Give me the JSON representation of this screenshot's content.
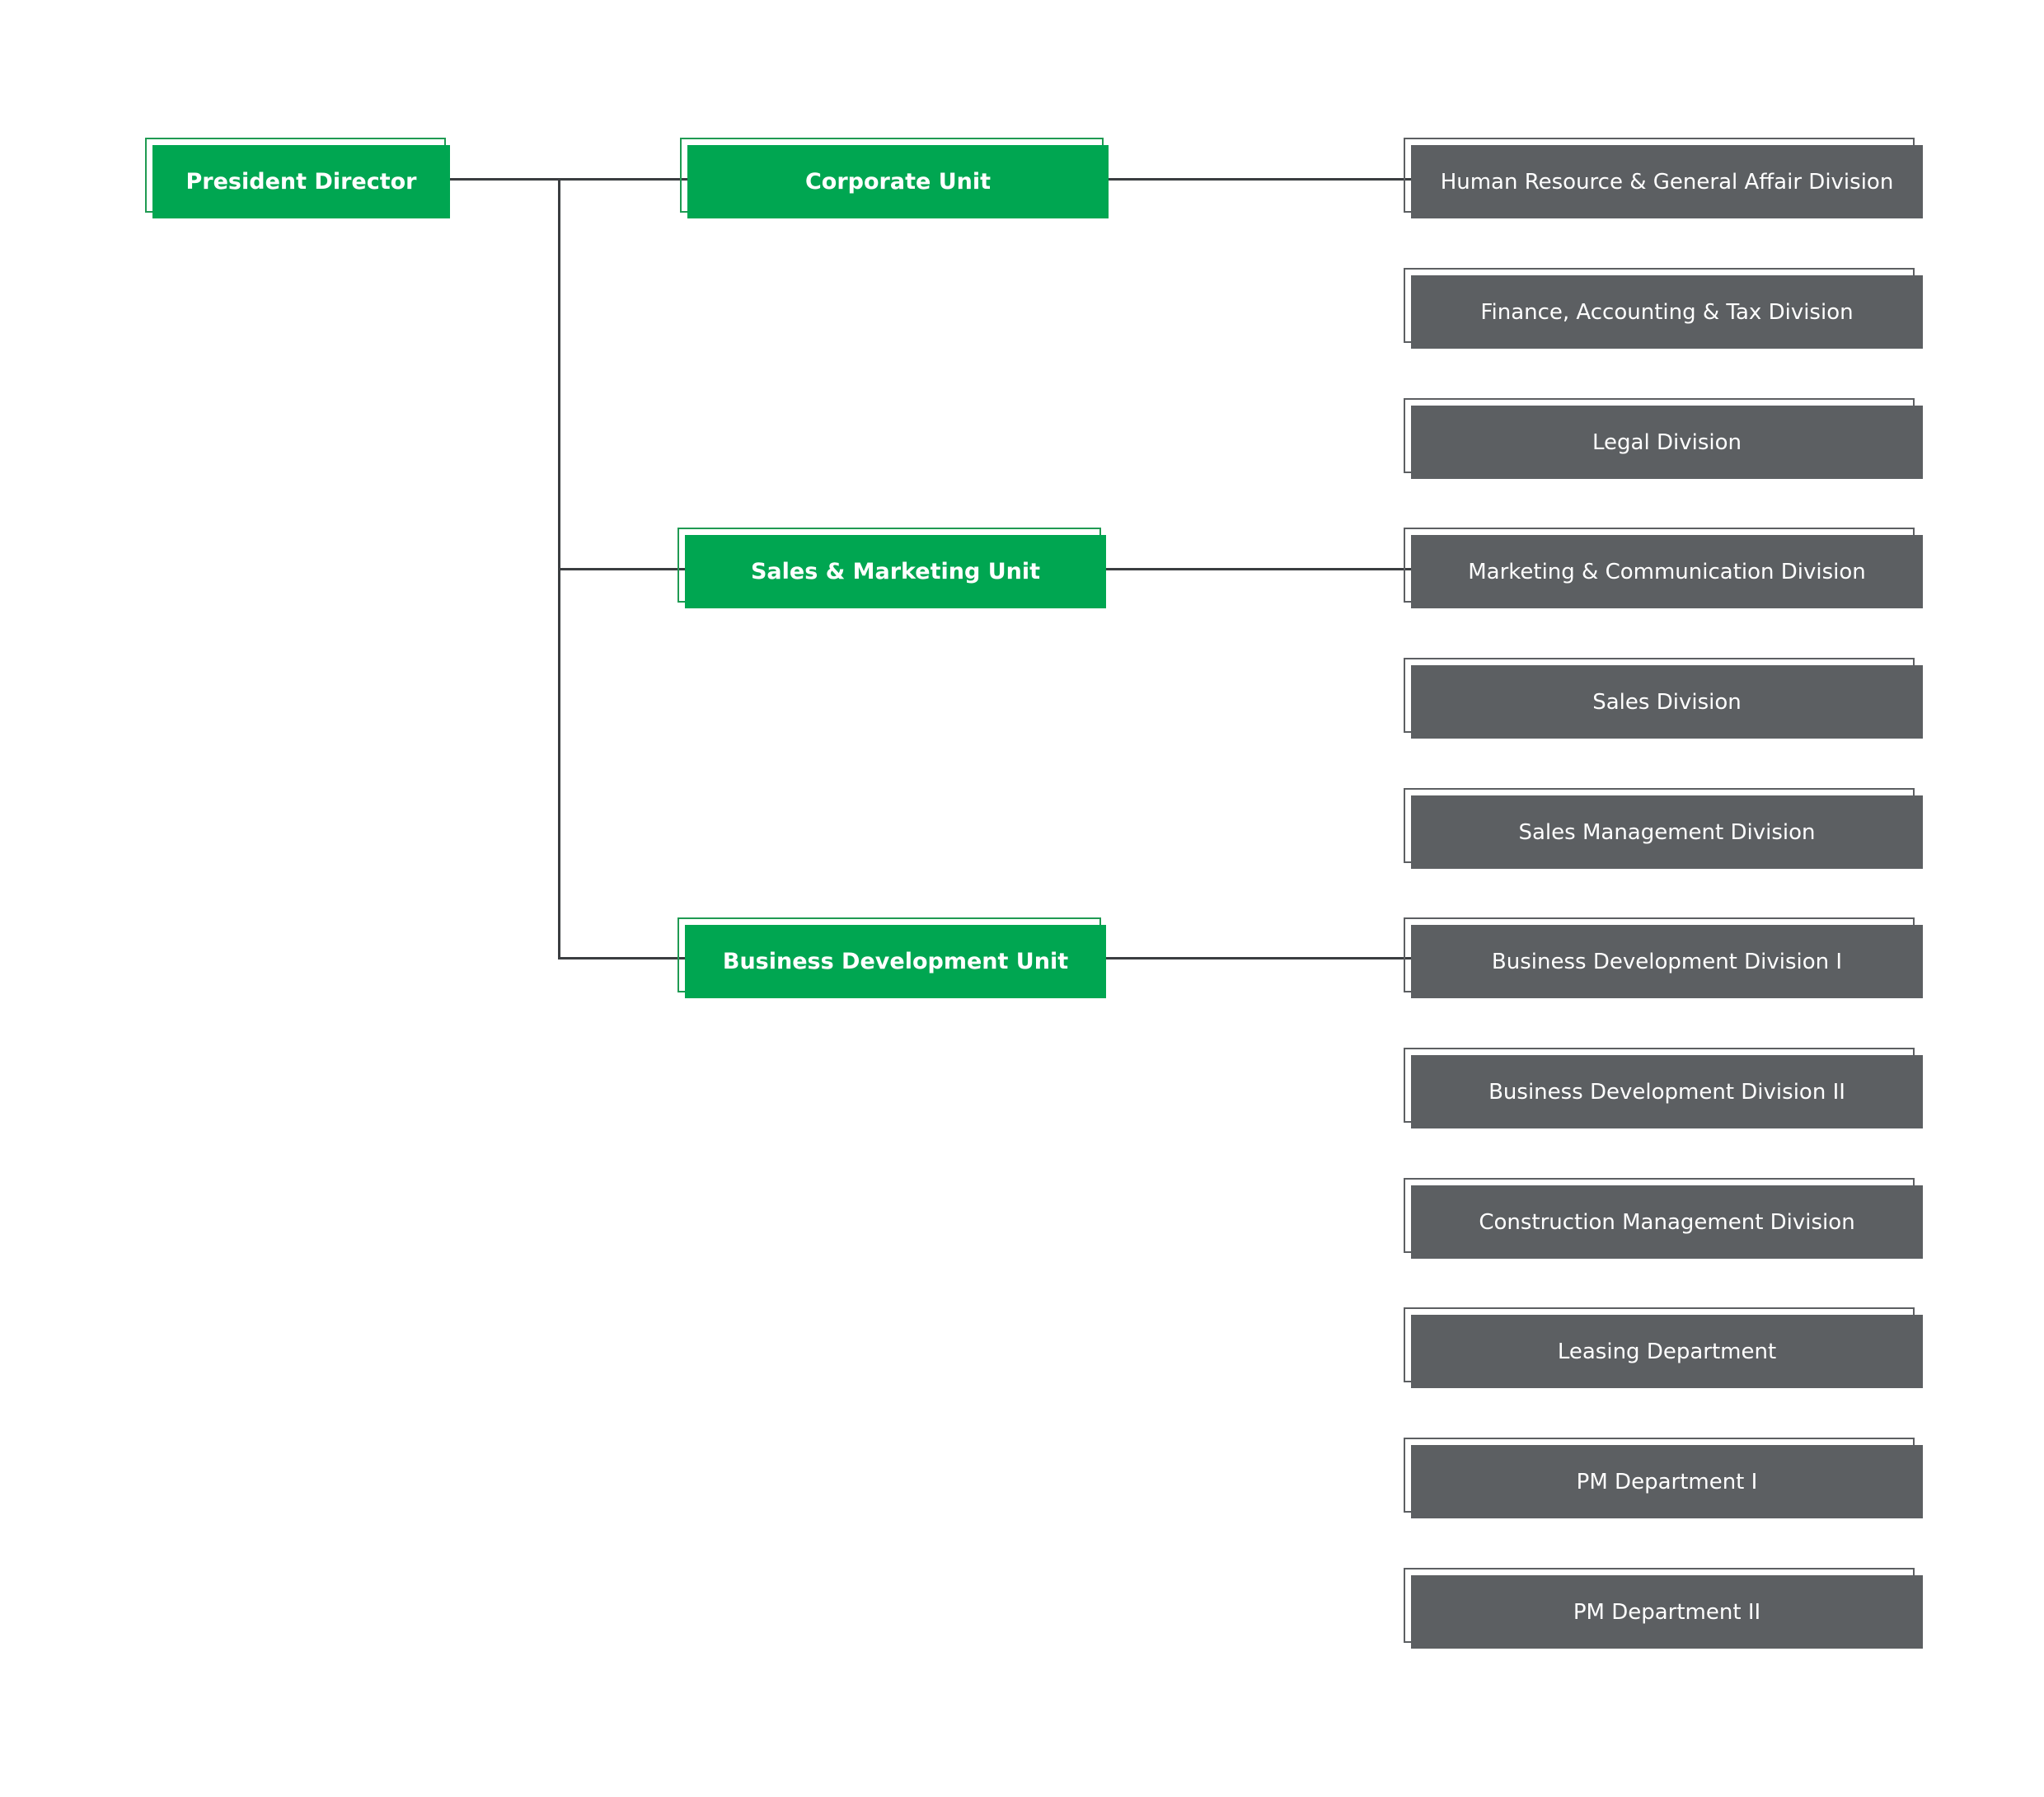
{
  "colors": {
    "unit_fill": "#00a651",
    "division_fill": "#5c5f62",
    "connector": "#3a3d40",
    "text": "#ffffff"
  },
  "top": {
    "label": "President Director"
  },
  "units": [
    {
      "label": "Corporate Unit"
    },
    {
      "label": "Sales & Marketing Unit"
    },
    {
      "label": "Business Development Unit"
    }
  ],
  "divisions": [
    {
      "label": "Human Resource & General Affair Division"
    },
    {
      "label": "Finance, Accounting & Tax Division"
    },
    {
      "label": "Legal Division"
    },
    {
      "label": "Marketing & Communication Division"
    },
    {
      "label": "Sales Division"
    },
    {
      "label": "Sales Management Division"
    },
    {
      "label": "Business Development Division I"
    },
    {
      "label": "Business Development Division II"
    },
    {
      "label": "Construction Management Division"
    },
    {
      "label": "Leasing Department"
    },
    {
      "label": "PM Department I"
    },
    {
      "label": "PM Department II"
    }
  ]
}
